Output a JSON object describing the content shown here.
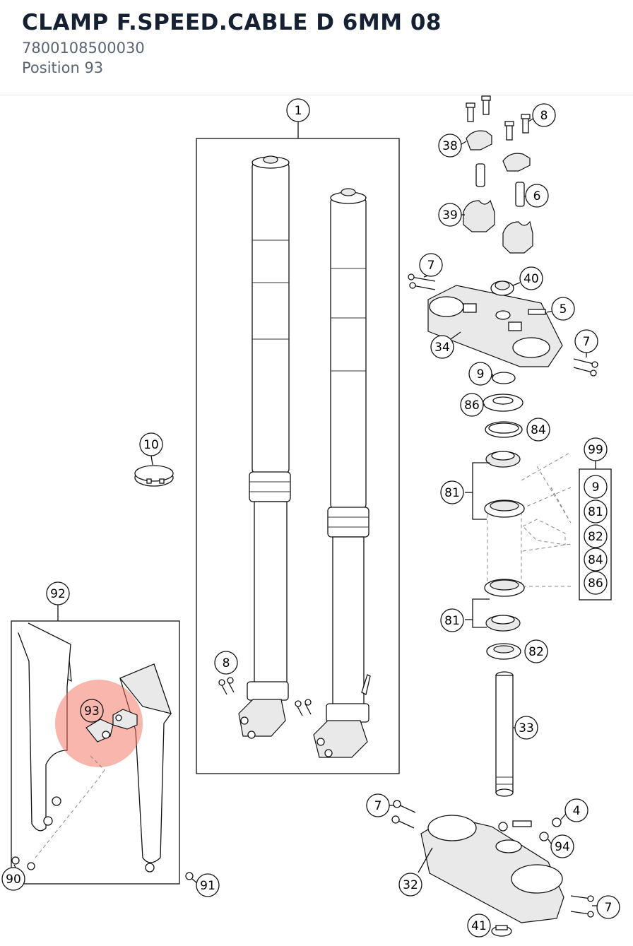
{
  "header": {
    "title": "CLAMP F.SPEED.CABLE D 6MM 08",
    "part_number": "7800108500030",
    "position": "Position 93"
  },
  "highlight": {
    "part": "93",
    "color": "#f26d5b"
  },
  "callouts": {
    "c1": "1",
    "c8a": "8",
    "c38": "38",
    "c6": "6",
    "c39": "39",
    "c7a": "7",
    "c40": "40",
    "c5": "5",
    "c34": "34",
    "c7b": "7",
    "c9": "9",
    "c86": "86",
    "c84": "84",
    "c99": "99",
    "c10": "10",
    "c81a": "81",
    "c81b": "81",
    "c82": "82",
    "c33": "33",
    "c92": "92",
    "c93": "93",
    "c8b": "8",
    "c7c": "7",
    "c4": "4",
    "c94": "94",
    "c32": "32",
    "c7d": "7",
    "c90": "90",
    "c91": "91",
    "c41": "41"
  },
  "kit_99": [
    "9",
    "81",
    "82",
    "84",
    "86"
  ]
}
